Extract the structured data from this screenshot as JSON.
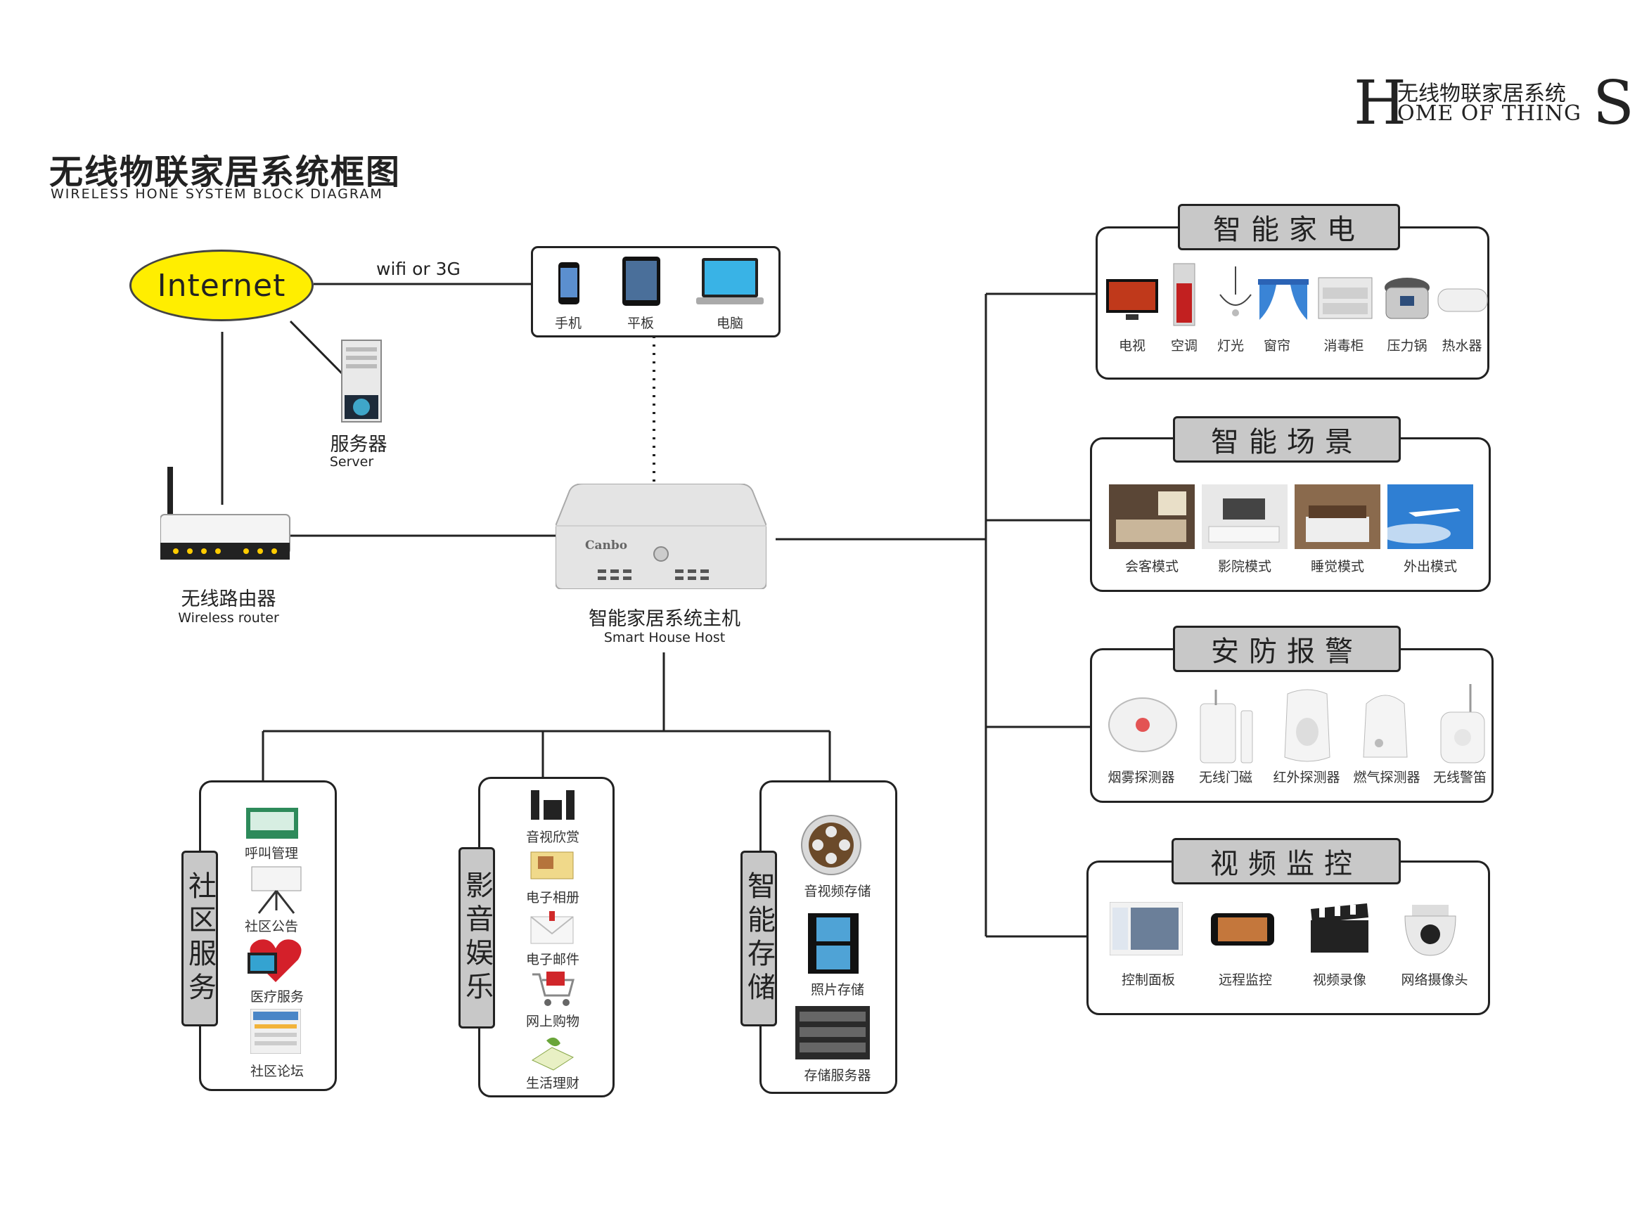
{
  "title": {
    "cn": "无线物联家居系统框图",
    "en": "WIRELESS HONE SYSTEM BLOCK DIAGRAM"
  },
  "brand": {
    "first": "H",
    "last": "S",
    "cn": "无线物联家居系统",
    "en": "OME OF THING"
  },
  "internet": {
    "label": "Internet"
  },
  "link_label": "wifi or 3G",
  "server": {
    "cn": "服务器",
    "en": "Server"
  },
  "router": {
    "cn": "无线路由器",
    "en": "Wireless  router"
  },
  "host": {
    "cn": "智能家居系统主机",
    "en": "Smart House Host",
    "brand": "Canbo"
  },
  "terminals": [
    "手机",
    "平板",
    "电脑"
  ],
  "appliances": {
    "title": "智能家电",
    "items": [
      "电视",
      "空调",
      "灯光",
      "窗帘",
      "消毒柜",
      "压力锅",
      "热水器"
    ]
  },
  "scenes": {
    "title": "智能场景",
    "items": [
      "会客模式",
      "影院模式",
      "睡觉模式",
      "外出模式"
    ]
  },
  "security": {
    "title": "安防报警",
    "items": [
      "烟雾探测器",
      "无线门磁",
      "红外探测器",
      "燃气探测器",
      "无线警笛"
    ]
  },
  "video": {
    "title": "视频监控",
    "items": [
      "控制面板",
      "远程监控",
      "视频录像",
      "网络摄像头"
    ]
  },
  "community": {
    "title": "社区服务",
    "items": [
      "呼叫管理",
      "社区公告",
      "医疗服务",
      "社区论坛"
    ]
  },
  "media": {
    "title": "影音娱乐",
    "items": [
      "音视欣赏",
      "电子相册",
      "电子邮件",
      "网上购物",
      "生活理财"
    ]
  },
  "storage": {
    "title": "智能存储",
    "items": [
      "音视频存储",
      "照片存储",
      "存储服务器"
    ]
  }
}
